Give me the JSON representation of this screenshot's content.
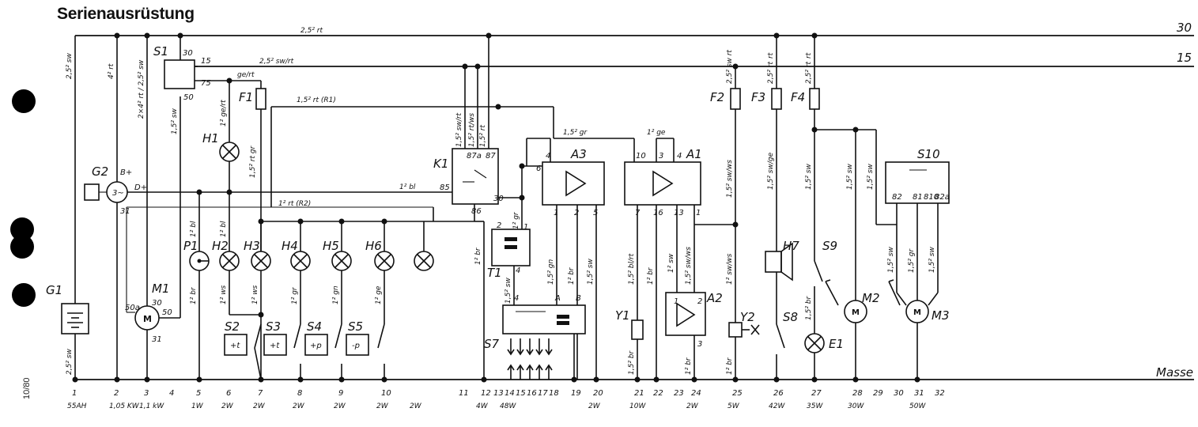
{
  "title": "Serienausrüstung",
  "side_code": "10/80",
  "rails": {
    "r30": {
      "label": "30",
      "wire": "2,5² rt"
    },
    "r15": {
      "label": "15",
      "wire": "2,5² sw/rt"
    },
    "ground": {
      "label": "Masse"
    }
  },
  "components": {
    "G1": "G1",
    "G2": "G2",
    "M1": "M1",
    "S1": "S1",
    "F1": "F1",
    "H1": "H1",
    "K1": "K1",
    "P1": "P1",
    "H2": "H2",
    "H3": "H3",
    "H4": "H4",
    "H5": "H5",
    "H6": "H6",
    "S2": "S2",
    "S3": "S3",
    "S4": "S4",
    "S5": "S5",
    "T1": "T1",
    "S7": "S7",
    "A3": "A3",
    "A1": "A1",
    "A2": "A2",
    "Y1": "Y1",
    "Y2": "Y2",
    "F2": "F2",
    "F3": "F3",
    "F4": "F4",
    "H7": "H7",
    "S8": "S8",
    "S9": "S9",
    "E1": "E1",
    "M2": "M2",
    "M3": "M3",
    "S10": "S10"
  },
  "switch_labels": {
    "S2": "+t",
    "S3": "+t",
    "S4": "+p",
    "S5": "-p"
  },
  "pins": {
    "g2_bplus": "B+",
    "g2_dplus": "D+",
    "g2_31": "31",
    "g2_3ph": "3~",
    "s1_30": "30",
    "s1_15": "15",
    "s1_75": "75",
    "s1_50": "50",
    "m1_30": "30",
    "m1_50": "50",
    "m1_31": "31",
    "m1_50a": "50a",
    "k1_87a": "87a",
    "k1_87": "87",
    "k1_85": "85",
    "k1_86": "86",
    "k1_30": "30",
    "a3_4": "4",
    "a3_6": "6",
    "a3_1": "1",
    "a3_2": "2",
    "a3_5": "5",
    "a1_10": "10",
    "a1_3": "3",
    "a1_4": "4",
    "a1_7": "7",
    "a1_16": "16",
    "a1_13": "13",
    "a1_1": "1",
    "a2_1": "1",
    "a2_2": "2",
    "a2_3": "3",
    "t1_1": "1",
    "t1_4": "4",
    "t1_2": "2",
    "s7_4": "4",
    "s7_a": "A",
    "s7_b": "B",
    "s10_82": "82",
    "s10_81": "81",
    "s10_810": "810",
    "s10_82a": "82a",
    "m_letter": "M"
  },
  "wire_labels": {
    "g1_top": "2,5² sw",
    "g1_bot": "2,5² sw",
    "g2_rt": "4² rt",
    "m1_rt": "2×4² rt / 2,5² sw",
    "s1_sw": "1,5² sw",
    "gert": "ge/rt",
    "h1_gert": "1² ge/rt",
    "f1_rtgr": "1,5² rt gr",
    "rt_r1": "1,5² rt (R1)",
    "bl_k1": "1² bl",
    "rt_r2": "1² rt (R2)",
    "k1_swrt": "1,5² sw/rt",
    "k1_rtws": "1,5² rt/ws",
    "k1_rt": "1,5² rt",
    "gr_a3": "1,5² gr",
    "ge_a1": "1² ge",
    "p1_bl": "1² bl",
    "h2_bl": "1² bl",
    "p1_br": "1² br",
    "h2_ws": "1² ws",
    "h3_ws": "1² ws",
    "h4_gr": "1² gr",
    "h5_gn": "1² gn",
    "h6_ge": "1² ge",
    "t1_gr": "1² gr",
    "t1_br": "1² br",
    "s7_sw": "1,5² sw",
    "a3_gn": "1,5² gn",
    "a3_br": "1² br",
    "a3_sw": "1,5² sw",
    "y1_blrt": "1,5² bl/rt",
    "y1_br": "1,5² br",
    "a1_br": "1² br",
    "a1_sw": "1² sw",
    "a1_swws": "1,5² sw/ws",
    "a2_swws": "1² sw/ws",
    "a2_br": "1² br",
    "f2_swws": "1,5² sw/ws",
    "y2_br": "1² br",
    "f2_top": "2,5² sw rt",
    "f3_top": "2,5² rt",
    "f3_swge": "1,5² sw/ge",
    "f4_top": "2,5² rt",
    "f4_rt": "rt",
    "e1_br": "1,5² br",
    "e1_sw": "1,5² sw",
    "m2_sw": "1,5² sw",
    "m3_sw": "1,5² sw",
    "m3_sw2": "1,5² sw",
    "m3_gr": "1,5² gr",
    "m3_sw3": "1,5² sw",
    "rt_top2": "rt",
    "rt_top3": "rt"
  },
  "columns": [
    {
      "n": "1",
      "r": "55AH"
    },
    {
      "n": "2",
      "r": "1,05 KW"
    },
    {
      "n": "3",
      "r": "1,1 kW"
    },
    {
      "n": "4",
      "r": ""
    },
    {
      "n": "5",
      "r": "1W"
    },
    {
      "n": "6",
      "r": "2W"
    },
    {
      "n": "7",
      "r": "2W"
    },
    {
      "n": "8",
      "r": "2W"
    },
    {
      "n": "9",
      "r": "2W"
    },
    {
      "n": "10",
      "r": "2W"
    },
    {
      "n": "",
      "r": "2W"
    },
    {
      "n": "11",
      "r": ""
    },
    {
      "n": "12",
      "r": "4W"
    },
    {
      "n": "13",
      "r": ""
    },
    {
      "n": "14",
      "r": "48W"
    },
    {
      "n": "15",
      "r": ""
    },
    {
      "n": "16",
      "r": ""
    },
    {
      "n": "17",
      "r": ""
    },
    {
      "n": "18",
      "r": ""
    },
    {
      "n": "19",
      "r": ""
    },
    {
      "n": "20",
      "r": "2W"
    },
    {
      "n": "21",
      "r": "10W"
    },
    {
      "n": "22",
      "r": ""
    },
    {
      "n": "23",
      "r": ""
    },
    {
      "n": "24",
      "r": "2W"
    },
    {
      "n": "25",
      "r": "5W"
    },
    {
      "n": "26",
      "r": "42W"
    },
    {
      "n": "27",
      "r": "35W"
    },
    {
      "n": "28",
      "r": "30W"
    },
    {
      "n": "29",
      "r": ""
    },
    {
      "n": "30",
      "r": ""
    },
    {
      "n": "31",
      "r": "50W"
    },
    {
      "n": "32",
      "r": ""
    }
  ]
}
